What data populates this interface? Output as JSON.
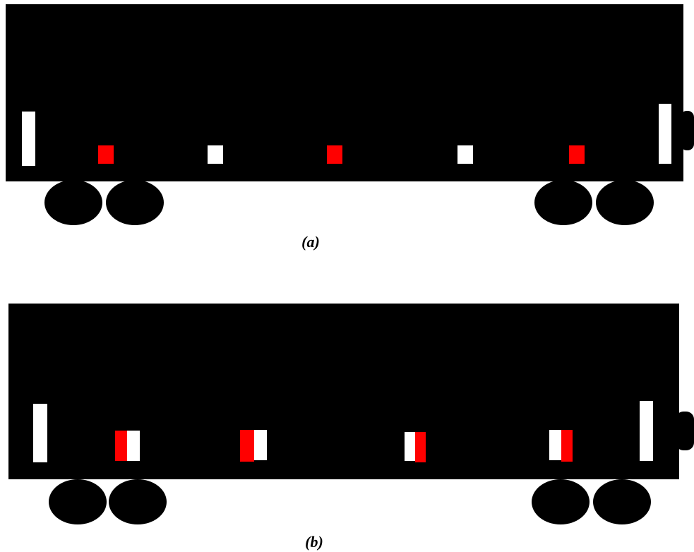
{
  "colors": {
    "body": "#000000",
    "marker_white": "#ffffff",
    "marker_red": "#ff0000",
    "background": "#ffffff"
  },
  "panels": [
    {
      "id": "a",
      "caption": "(a)",
      "marker_pairs": [
        [
          "red"
        ],
        [
          "white"
        ],
        [
          "red"
        ],
        [
          "white"
        ],
        [
          "red"
        ]
      ]
    },
    {
      "id": "b",
      "caption": "(b)",
      "marker_pairs": [
        [
          "red",
          "white"
        ],
        [
          "red",
          "white"
        ],
        [
          "white",
          "red"
        ],
        [
          "white",
          "red"
        ]
      ]
    }
  ]
}
